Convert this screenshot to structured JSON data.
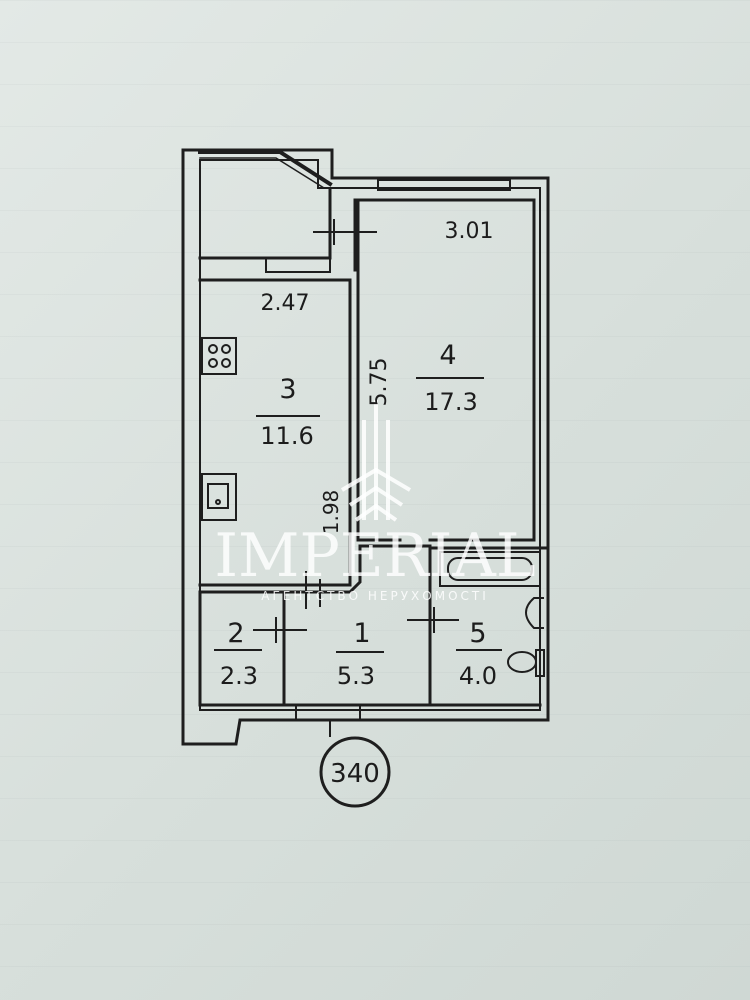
{
  "rooms": [
    {
      "number": "1",
      "area": "5.3"
    },
    {
      "number": "2",
      "area": "2.3"
    },
    {
      "number": "3",
      "area": "11.6"
    },
    {
      "number": "4",
      "area": "17.3"
    },
    {
      "number": "5",
      "area": "4.0"
    }
  ],
  "dimensions": {
    "balcony_kitchen": "2.47",
    "balcony_room": "3.01",
    "room_depth": "5.75",
    "kitchen_width": "1.98"
  },
  "apartment_id": "340",
  "watermark": {
    "brand": "IMPERIAL",
    "tagline": "АГЕНТСТВО НЕРУХОМОСТІ"
  },
  "icons": [
    "stove-icon",
    "sink-icon",
    "bathtub-icon",
    "washbasin-icon",
    "toilet-icon",
    "imperial-logo-icon"
  ]
}
